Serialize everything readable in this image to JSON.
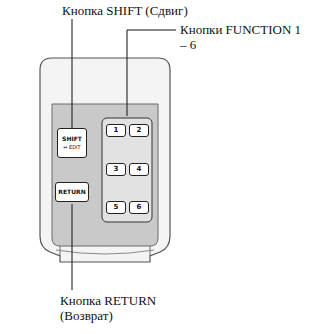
{
  "diagram": {
    "nodes": [
      {
        "text": [
          "SHIFT",
          "↔ EDIT"
        ]
      },
      {
        "text": [
          "RETURN"
        ]
      },
      {
        "text": [
          "1"
        ]
      },
      {
        "text": [
          "2"
        ]
      },
      {
        "text": [
          "3"
        ]
      },
      {
        "text": [
          "4"
        ]
      },
      {
        "text": [
          "5"
        ]
      },
      {
        "text": [
          "6"
        ]
      }
    ],
    "labels": [
      "Кнопка SHIFT (Сдвиг)",
      "Кнопки FUNCTION 1 – 6",
      "Кнопка RETURN (Возврат)"
    ]
  }
}
